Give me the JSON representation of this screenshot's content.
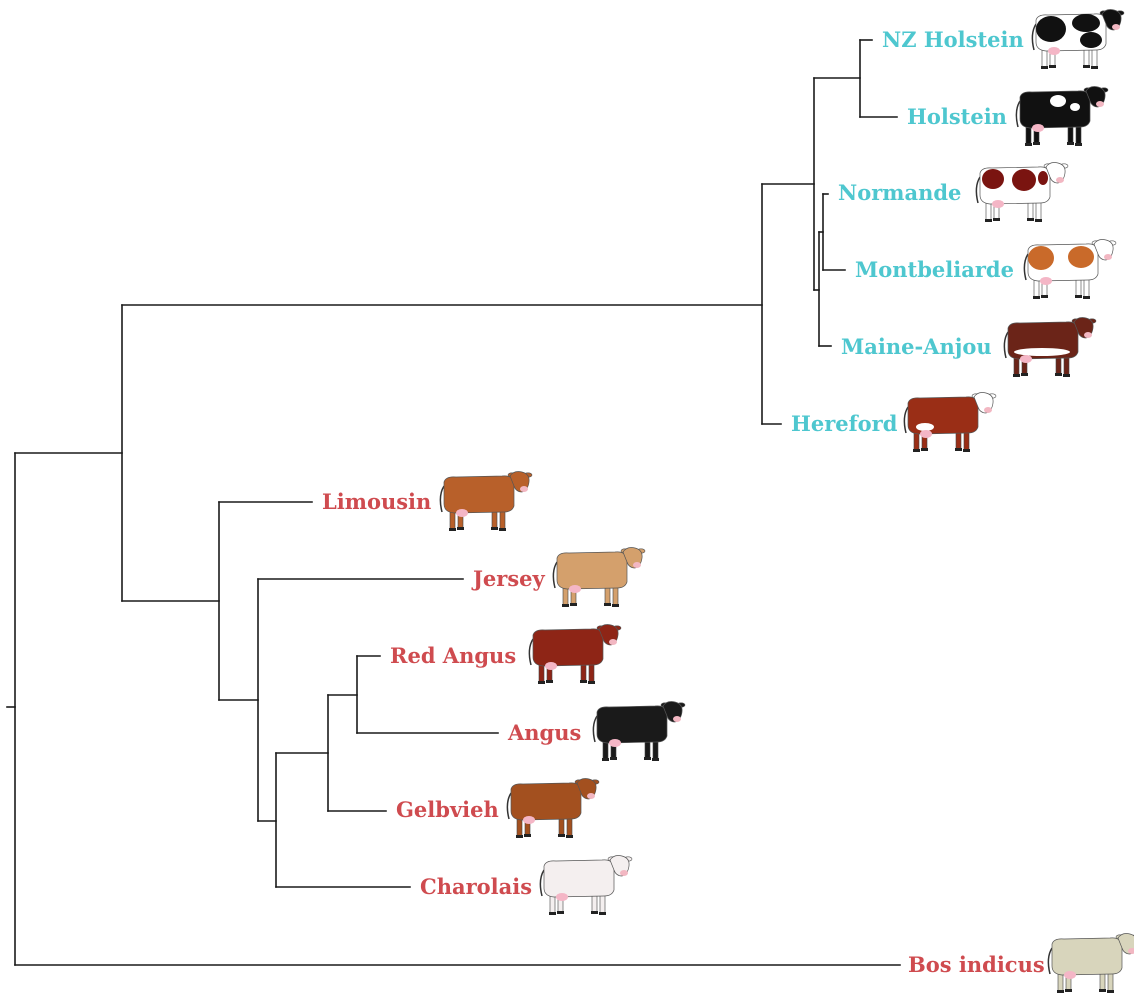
{
  "colors": {
    "clade_dairy": "#4ec7cf",
    "clade_beef": "#cf4b4f",
    "branch": "#1a1a1a"
  },
  "tree": {
    "leaves": [
      {
        "id": "nz_holstein",
        "label": "NZ Holstein",
        "group": "dairy",
        "icon": "holstein-cow-icon"
      },
      {
        "id": "holstein",
        "label": "Holstein",
        "group": "dairy",
        "icon": "holstein-cow-icon"
      },
      {
        "id": "normande",
        "label": "Normande",
        "group": "dairy",
        "icon": "normande-cow-icon"
      },
      {
        "id": "montbeliarde",
        "label": "Montbeliarde",
        "group": "dairy",
        "icon": "montbeliarde-cow-icon"
      },
      {
        "id": "maine_anjou",
        "label": "Maine-Anjou",
        "group": "dairy",
        "icon": "maine-anjou-cow-icon"
      },
      {
        "id": "hereford",
        "label": "Hereford",
        "group": "dairy",
        "icon": "hereford-cow-icon"
      },
      {
        "id": "limousin",
        "label": "Limousin",
        "group": "beef",
        "icon": "limousin-cow-icon"
      },
      {
        "id": "jersey",
        "label": "Jersey",
        "group": "beef",
        "icon": "jersey-cow-icon"
      },
      {
        "id": "red_angus",
        "label": "Red Angus",
        "group": "beef",
        "icon": "red-angus-cow-icon"
      },
      {
        "id": "angus",
        "label": "Angus",
        "group": "beef",
        "icon": "angus-cow-icon"
      },
      {
        "id": "gelbvieh",
        "label": "Gelbvieh",
        "group": "beef",
        "icon": "gelbvieh-cow-icon"
      },
      {
        "id": "charolais",
        "label": "Charolais",
        "group": "beef",
        "icon": "charolais-cow-icon"
      },
      {
        "id": "bos_indicus",
        "label": "Bos indicus",
        "group": "beef",
        "icon": "brahman-cow-icon"
      }
    ]
  }
}
